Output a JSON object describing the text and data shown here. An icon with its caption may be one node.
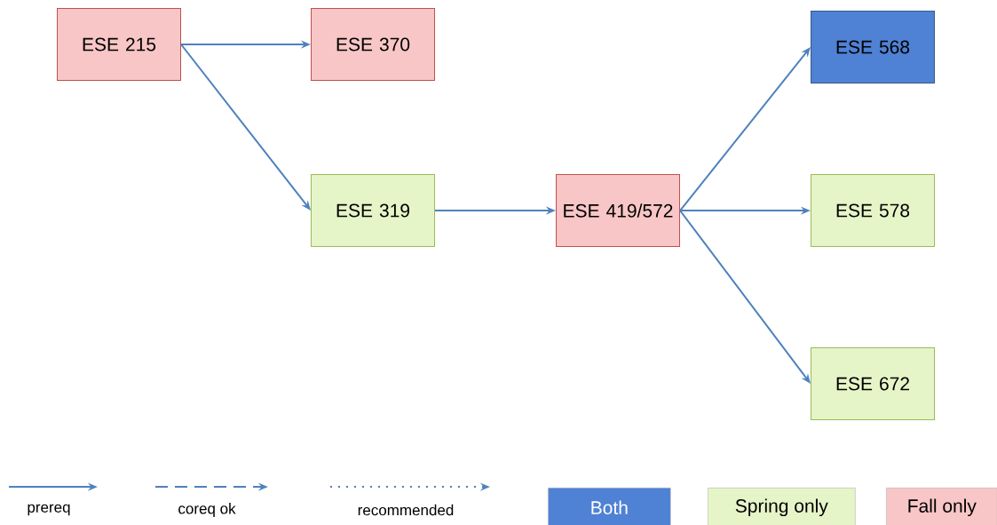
{
  "diagram": {
    "nodes": [
      {
        "text": [
          "ESE 215"
        ]
      },
      {
        "text": [
          "ESE 370"
        ]
      },
      {
        "text": [
          "ESE 319"
        ]
      },
      {
        "text": [
          "ESE 419/572"
        ]
      },
      {
        "text": [
          "ESE 568"
        ]
      },
      {
        "text": [
          "ESE 578"
        ]
      },
      {
        "text": [
          "ESE 672"
        ]
      }
    ],
    "edges": [
      {
        "from": 0,
        "to": 1,
        "arrow": "to"
      },
      {
        "from": 0,
        "to": 2,
        "arrow": "to"
      },
      {
        "from": 2,
        "to": 3,
        "arrow": "to"
      },
      {
        "from": 3,
        "to": 4,
        "arrow": "to"
      },
      {
        "from": 3,
        "to": 5,
        "arrow": "to"
      },
      {
        "from": 3,
        "to": 6,
        "arrow": "to"
      }
    ],
    "legend": [
      {
        "text": "prereq"
      },
      {
        "text": "coreq ok"
      },
      {
        "text": "recommended"
      },
      {
        "text": "Both",
        "color": "#4f81d4"
      },
      {
        "text": "Spring only",
        "color": "#e6f5c8"
      },
      {
        "text": "Fall only",
        "color": "#f8c6c6"
      }
    ]
  }
}
